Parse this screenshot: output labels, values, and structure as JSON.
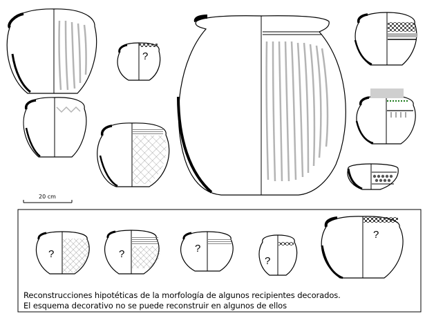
{
  "scale_label": "20 cm",
  "question_mark": "?",
  "caption": {
    "line1": "Reconstrucciones hipotéticas de la morfología de algunos recipientes decorados.",
    "line2": "El esquema decorativo no se puede reconstruir en algunos de ellos"
  },
  "colors": {
    "ink": "#000000",
    "decoration_gray": "#b4b4b4",
    "band_gray": "#cfcfcf",
    "frame": "#000000",
    "dotted_band": "#1a7a1a"
  }
}
